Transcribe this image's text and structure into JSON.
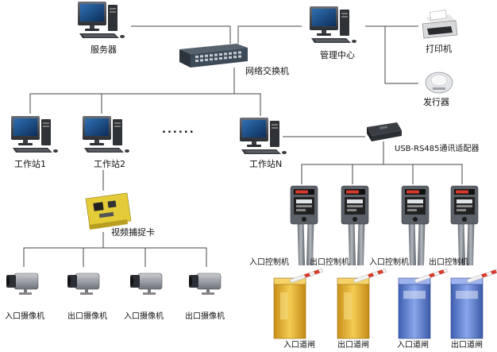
{
  "nodes": {
    "server": "服务器",
    "switch": "网络交换机",
    "management_center": "管理中心",
    "printer": "打印机",
    "card_issuer": "发行器",
    "workstation_1": "工作站1",
    "workstation_2": "工作站2",
    "workstation_n": "工作站N",
    "ellipsis": "......",
    "usb_adapter": "USB-RS485通讯适配器",
    "capture_card": "视频捕捉卡",
    "controllers": [
      "入口控制机",
      "出口控制机",
      "入口控制机",
      "出口控制机"
    ],
    "cameras": [
      "入口摄像机",
      "出口摄像机",
      "入口摄像机",
      "出口摄像机"
    ],
    "barriers": [
      "入口道闸",
      "出口道闸",
      "入口道闸",
      "出口道闸"
    ]
  },
  "colors": {
    "line": "#444444",
    "switch_body": "#3d4a57",
    "barrier_yellow": "#e8b830",
    "barrier_blue": "#5b7fd0",
    "controller_body": "#8a8f98"
  }
}
